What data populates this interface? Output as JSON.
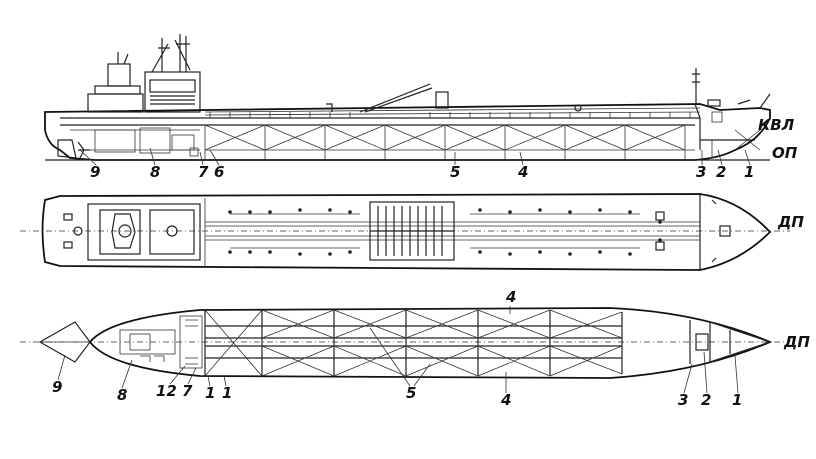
{
  "views": {
    "side": {
      "title": ""
    },
    "deck": {
      "title": ""
    },
    "hold": {
      "title": ""
    }
  },
  "side_labels": {
    "kvl": "КВЛ",
    "op": "ОП",
    "n9": "9",
    "n8": "8",
    "n7": "7",
    "n6": "6",
    "n5": "5",
    "n4": "4",
    "n3": "3",
    "n2": "2",
    "n1": "1"
  },
  "deck_labels": {
    "dp": "ДП"
  },
  "hold_labels": {
    "dp": "ДП",
    "n9": "9",
    "n8": "8",
    "n12": "12",
    "n7": "7",
    "n1a": "1",
    "n1b": "1",
    "n5": "5",
    "n4top": "4",
    "n4bot": "4",
    "n3": "3",
    "n2": "2",
    "n1": "1"
  }
}
